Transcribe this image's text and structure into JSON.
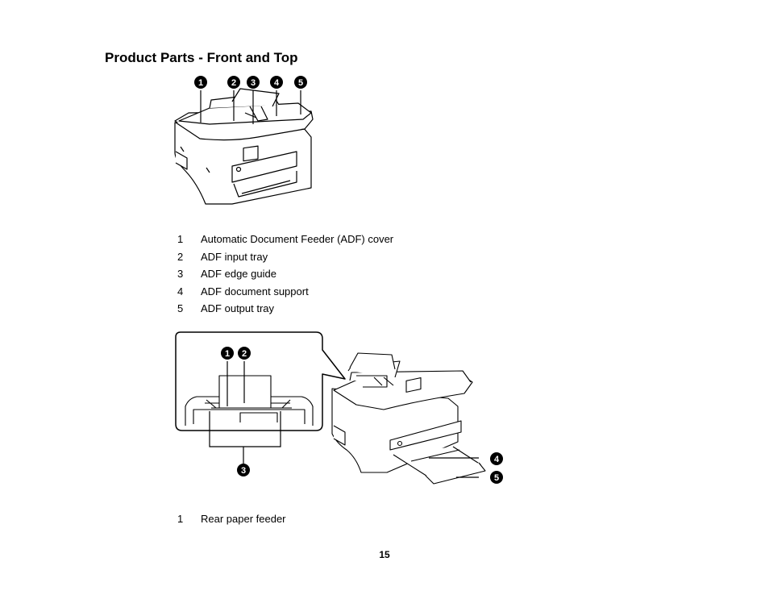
{
  "page": {
    "title": "Product Parts - Front and Top",
    "page_number": "15"
  },
  "figure1": {
    "callouts": [
      "1",
      "2",
      "3",
      "4",
      "5"
    ]
  },
  "legend1": [
    {
      "num": "1",
      "text": "Automatic Document Feeder (ADF) cover"
    },
    {
      "num": "2",
      "text": "ADF input tray"
    },
    {
      "num": "3",
      "text": "ADF edge guide"
    },
    {
      "num": "4",
      "text": "ADF document support"
    },
    {
      "num": "5",
      "text": "ADF output tray"
    }
  ],
  "figure2": {
    "callouts": [
      "1",
      "2",
      "3",
      "4",
      "5"
    ]
  },
  "legend2": [
    {
      "num": "1",
      "text": "Rear paper feeder"
    }
  ]
}
